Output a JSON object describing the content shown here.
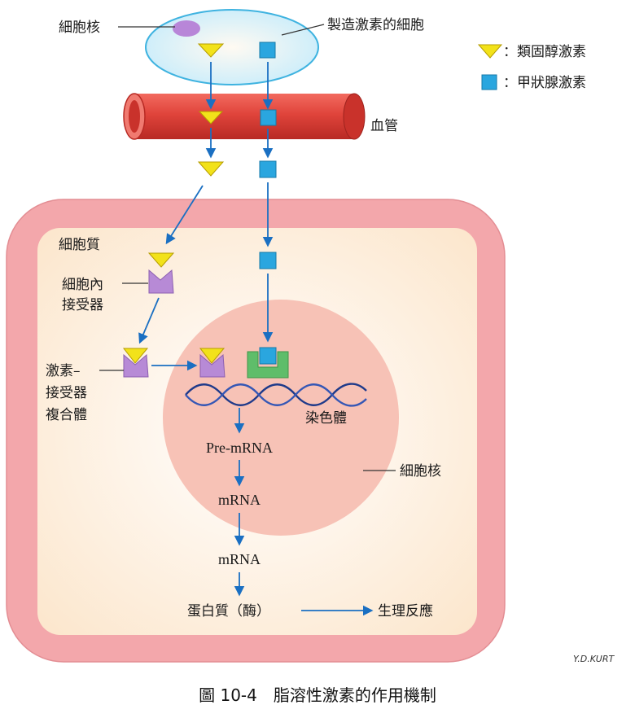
{
  "labels": {
    "producing_nucleus": "細胞核",
    "producing_cell": "製造激素的細胞",
    "legend_steroid": "：類固醇激素",
    "legend_thyroid": "：甲狀腺激素",
    "blood_vessel": "血管",
    "cytoplasm": "細胞質",
    "intracellular_receptor_1": "細胞內",
    "intracellular_receptor_2": "接受器",
    "complex_1": "激素–",
    "complex_2": "接受器",
    "complex_3": "複合體",
    "chromosome": "染色體",
    "target_nucleus": "細胞核",
    "pre_mrna": "Pre-mRNA",
    "mrna_1": "mRNA",
    "mrna_2": "mRNA",
    "protein": "蛋白質（酶）",
    "response": "生理反應"
  },
  "signature": "Y.D.KURT",
  "caption": "圖 10-4　脂溶性激素的作用機制",
  "colors": {
    "steroid": "#f2e21a",
    "thyroid": "#2aa6df",
    "receptor": "#b78ad6",
    "thyroid_receptor": "#5fbd6a",
    "arrow": "#1a6fc2",
    "cell_outer": "#f3a7ab",
    "cytoplasm": "#fdf1df",
    "nucleus": "#f7c2b6",
    "vessel": "#e0443b"
  }
}
